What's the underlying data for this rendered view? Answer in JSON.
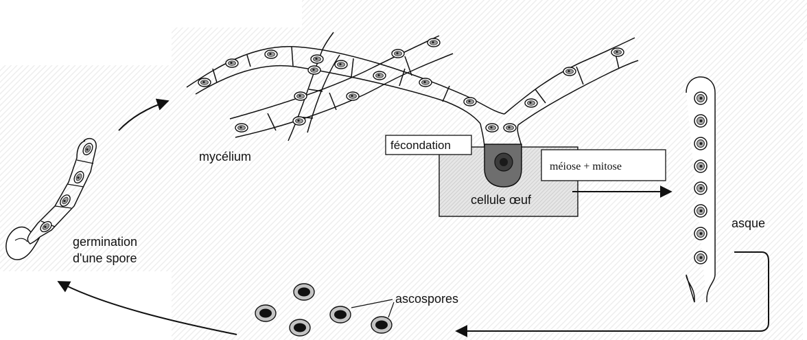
{
  "labels": {
    "mycelium": "mycélium",
    "fecondation": "fécondation",
    "cellule_oeuf": "cellule œuf",
    "meiose_mitose": "méiose + mitose",
    "asque": "asque",
    "germination_line1": "germination",
    "germination_line2": "d'une spore",
    "ascospores": "ascospores"
  },
  "colors": {
    "ink": "#111111",
    "egg_fill": "#6e6e6e",
    "box_hatch": "#c9c9c9",
    "background_hatch": "#ededed",
    "spore_ring": "#c4c4c4"
  },
  "icons": {
    "nucleus": "nucleus-icon",
    "arrow": "arrow-icon"
  }
}
